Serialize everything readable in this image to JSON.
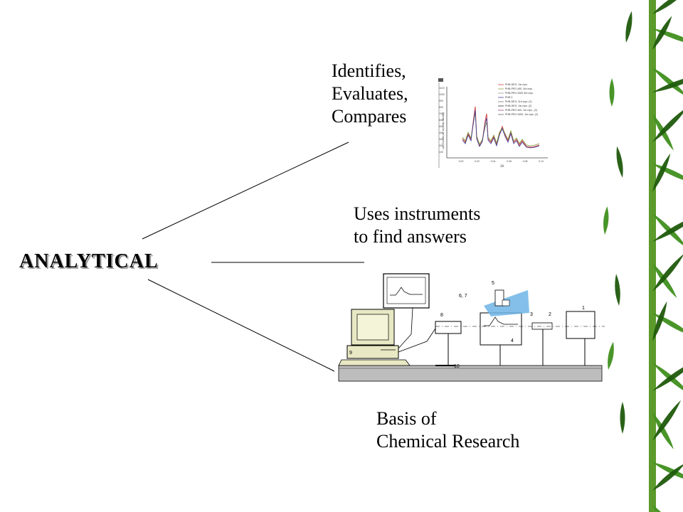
{
  "slide": {
    "title": "ANALYTICAL",
    "branches": [
      {
        "lines": [
          "Identifies,",
          "Evaluates,",
          "Compares"
        ]
      },
      {
        "lines": [
          "Uses instruments",
          "to find answers"
        ]
      },
      {
        "lines": [
          "Basis of",
          "Chemical Research"
        ]
      }
    ]
  },
  "chart_data": {
    "type": "line",
    "xlabel": "2θ",
    "ylabel": "cps (Counts per second) intensity",
    "x_ticks": [
      "0.00",
      "0.02",
      "0.04",
      "0.06",
      "0.08",
      "0.10"
    ],
    "y_ticks": [
      "1100",
      "1000",
      "900",
      "800",
      "700",
      "600",
      "500",
      "400",
      "300",
      "200",
      "100"
    ],
    "legend_placement": "top-right",
    "legend": [
      "PHB-DEG, 1st crys",
      "PHB-PEG 400, 3rd crys",
      "PHB-PEG 3400 3rd crys",
      "PHB 2",
      "PHB-DEG, 3rd crys. (2)",
      "PHB-DEG, 1st crys. (2)",
      "PHB-PEG 400, 1st crys., (2)",
      "PHB-PEG 3400, 1st crys. (2)"
    ]
  },
  "instrument": {
    "labels": [
      "1",
      "2",
      "3",
      "4",
      "5",
      "6, 7",
      "8",
      "9",
      "10"
    ]
  },
  "colors": {
    "bamboo_green": "#3f8f1e",
    "bamboo_dark": "#1f5a0c",
    "beam_blue": "#6fb4e6"
  }
}
